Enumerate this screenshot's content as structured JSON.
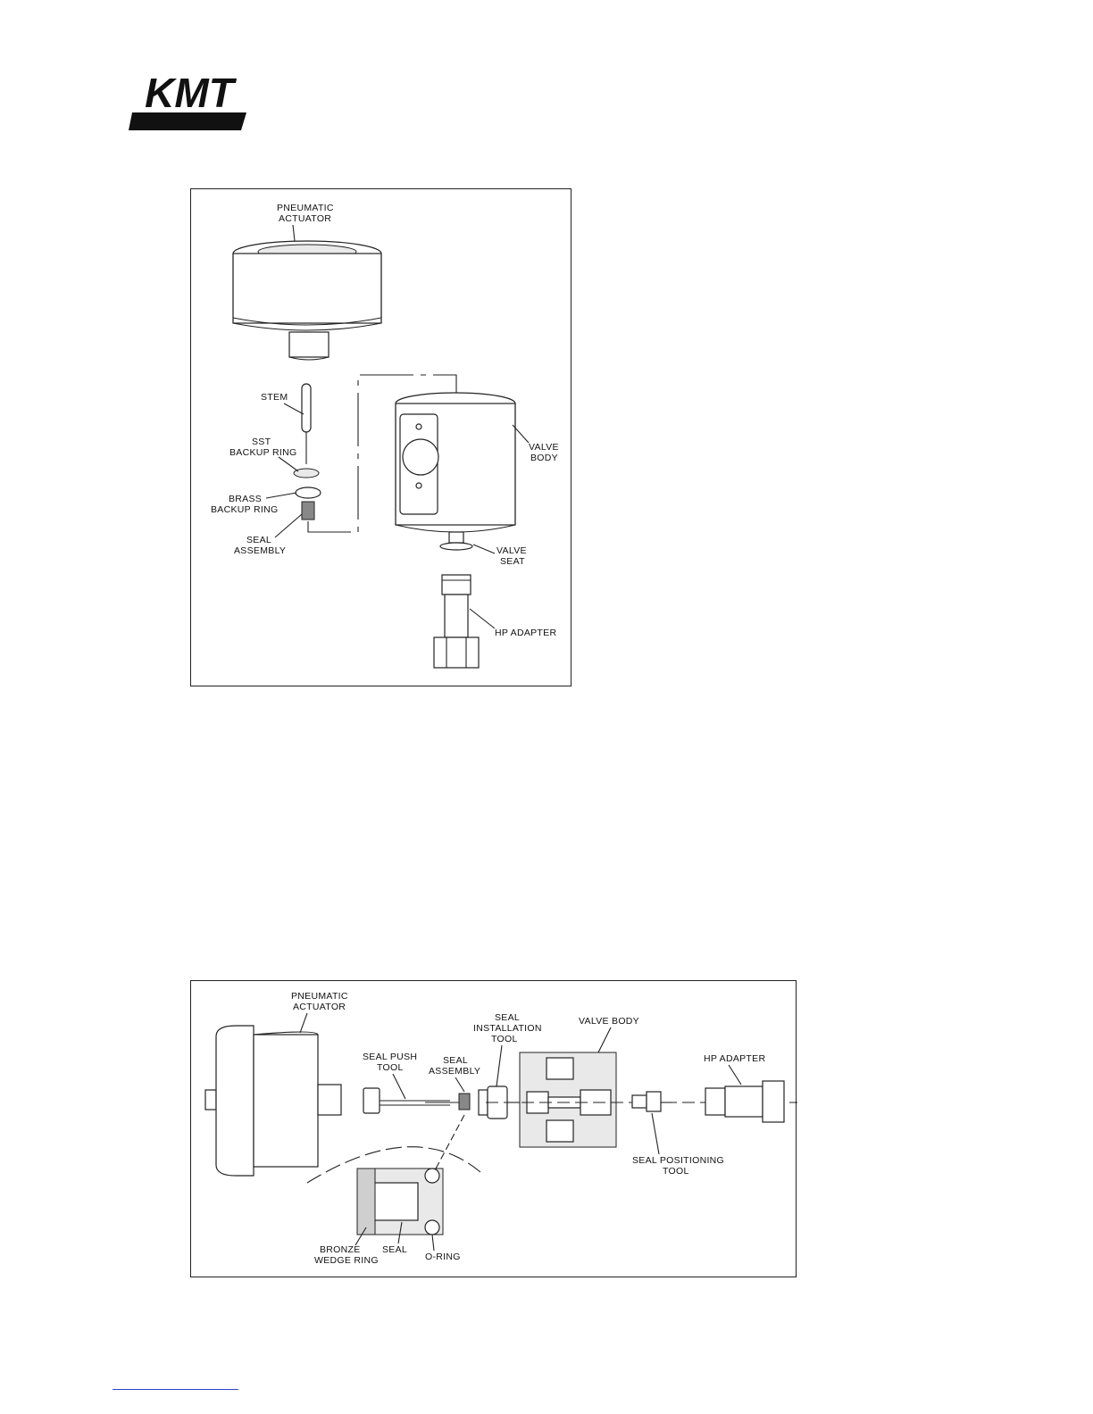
{
  "logo": {
    "text": "KMT"
  },
  "figure1": {
    "labels": {
      "pneumatic_actuator_1": "PNEUMATIC",
      "pneumatic_actuator_2": "ACTUATOR",
      "stem": "STEM",
      "sst_backup_1": "SST",
      "sst_backup_2": "BACKUP  RING",
      "brass_backup_1": "BRASS",
      "brass_backup_2": "BACKUP  RING",
      "seal_assembly_1": "SEAL",
      "seal_assembly_2": "ASSEMBLY",
      "valve_body_1": "VALVE",
      "valve_body_2": "BODY",
      "valve_seat_1": "VALVE",
      "valve_seat_2": "SEAT",
      "hp_adapter": "HP  ADAPTER"
    }
  },
  "figure2": {
    "labels": {
      "pneumatic_actuator_1": "PNEUMATIC",
      "pneumatic_actuator_2": "ACTUATOR",
      "seal_push_tool_1": "SEAL  PUSH",
      "seal_push_tool_2": "TOOL",
      "seal_assembly_1": "SEAL",
      "seal_assembly_2": "ASSEMBLY",
      "seal_installation_1": "SEAL",
      "seal_installation_2": "INSTALLATION",
      "seal_installation_3": "TOOL",
      "valve_body": "VALVE  BODY",
      "hp_adapter": "HP  ADAPTER",
      "seal_positioning_1": "SEAL  POSITIONING",
      "seal_positioning_2": "TOOL",
      "bronze_wedge_1": "BRONZE",
      "bronze_wedge_2": "WEDGE  RING",
      "seal": "SEAL",
      "o_ring": "O-RING"
    }
  }
}
